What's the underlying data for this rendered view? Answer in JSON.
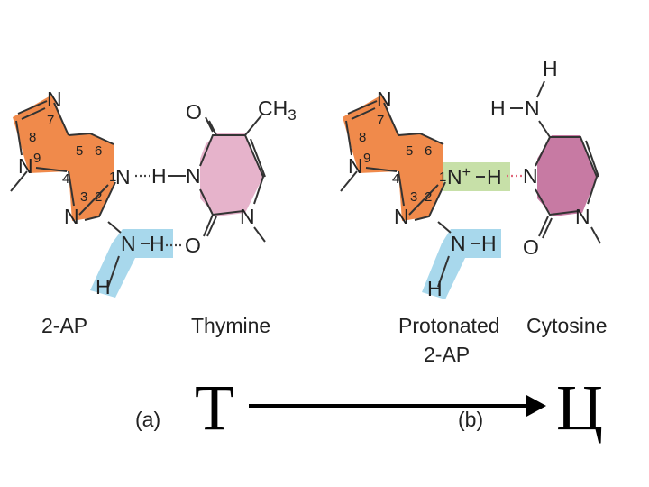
{
  "colors": {
    "purine": "#f08a4b",
    "purine_ring_line": "#e06a2a",
    "thymine": "#e6b3cb",
    "cytosine": "#c77aa3",
    "amino_highlight": "#a8d8ec",
    "protonated_highlight": "#c7e0a8",
    "hbond_red": "#e0667a"
  },
  "left": {
    "atoms": {
      "n7": "N",
      "n9": "N",
      "n1": "N",
      "n3": "N",
      "n_amino": "N",
      "h_amino": "H",
      "h_amino_bottom": "H",
      "h_bridge": "H",
      "t_n3": "N",
      "t_n1": "N",
      "t_o4": "O",
      "t_o2": "O",
      "t_ch3": "CH",
      "t_ch3_sub": "3"
    },
    "ring_numbers": {
      "n1": "1",
      "n2": "2",
      "n3": "3",
      "n4": "4",
      "n5": "5",
      "n6": "6",
      "n7": "7",
      "n8": "8",
      "n9": "9"
    },
    "label_left": "2-AP",
    "label_right": "Thymine",
    "panel_label": "(a)"
  },
  "right": {
    "atoms": {
      "n7": "N",
      "n9": "N",
      "n1": "N",
      "n1_charge": "+",
      "n3": "N",
      "n_amino": "N",
      "h_amino": "H",
      "h_amino_bottom": "H",
      "h_bridge": "H",
      "c_n3": "N",
      "c_n1": "N",
      "c_o2": "O",
      "c_n_amino": "N",
      "c_h_left": "H",
      "c_h_top": "H"
    },
    "ring_numbers": {
      "n1": "1",
      "n2": "2",
      "n3": "3",
      "n4": "4",
      "n5": "5",
      "n6": "6",
      "n7": "7",
      "n8": "8",
      "n9": "9"
    },
    "label_left_line1": "Protonated",
    "label_left_line2": "2-AP",
    "label_right": "Cytosine",
    "panel_label": "(b)"
  },
  "transition": {
    "from_letter": "Т",
    "to_letter": "Ц"
  }
}
